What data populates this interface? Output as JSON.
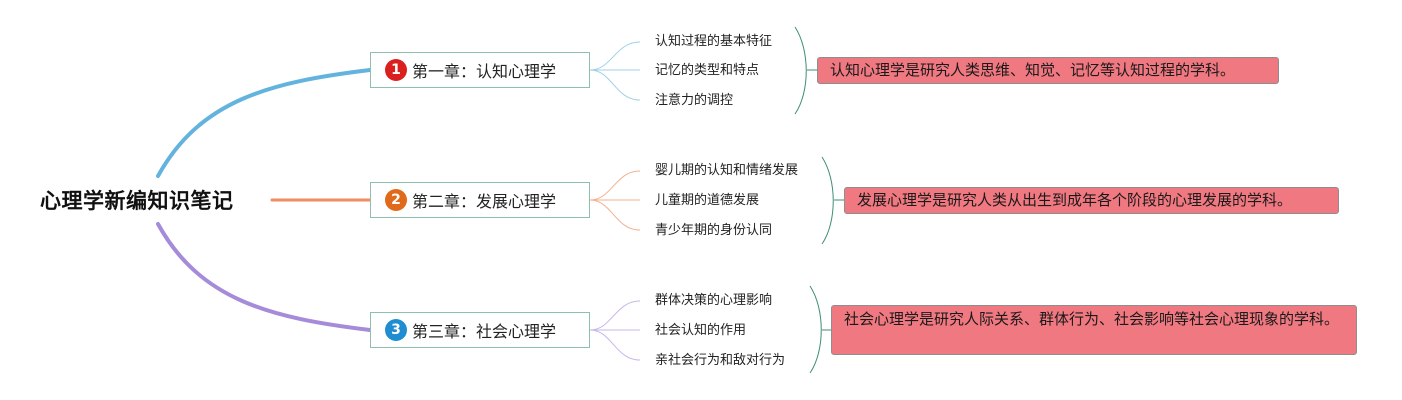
{
  "colors": {
    "branch1": "#63b3df",
    "branch2": "#ef8d5d",
    "branch3": "#a58bd9",
    "badge1": "#d9201f",
    "badge2": "#e06a1b",
    "badge3": "#1f8dd0",
    "summary_fill": "#f07880",
    "chapter_border": "#8fbfae"
  },
  "root": {
    "title": "心理学新编知识笔记"
  },
  "chapters": [
    {
      "badge": "1",
      "title": "第一章：认知心理学",
      "topics": [
        "认知过程的基本特征",
        "记忆的类型和特点",
        "注意力的调控"
      ],
      "summary": "认知心理学是研究人类思维、知觉、记忆等认知过程的学科。"
    },
    {
      "badge": "2",
      "title": "第二章：发展心理学",
      "topics": [
        "婴儿期的认知和情绪发展",
        "儿童期的道德发展",
        "青少年期的身份认同"
      ],
      "summary": "发展心理学是研究人类从出生到成年各个阶段的心理发展的学科。"
    },
    {
      "badge": "3",
      "title": "第三章：社会心理学",
      "topics": [
        "群体决策的心理影响",
        "社会认知的作用",
        "亲社会行为和敌对行为"
      ],
      "summary": "社会心理学是研究人际关系、群体行为、社会影响等社会心理现象的学科。"
    }
  ]
}
